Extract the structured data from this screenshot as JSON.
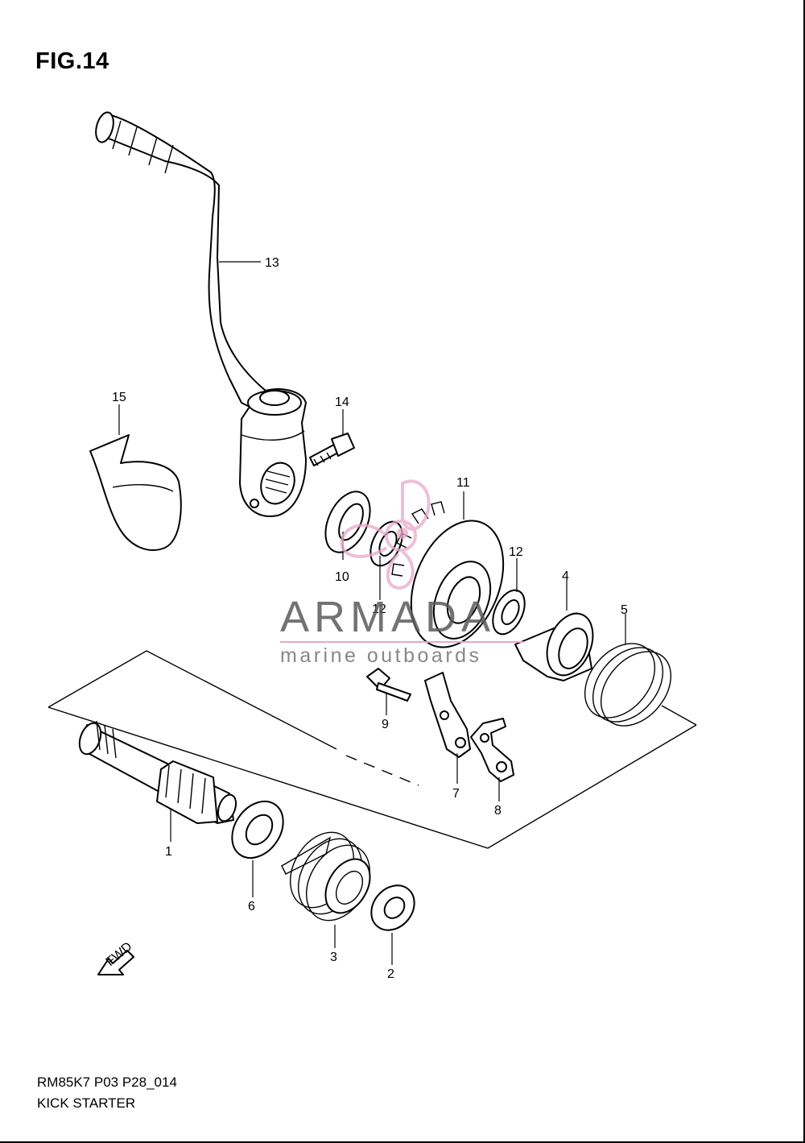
{
  "figure": {
    "title": "FIG.14",
    "code": "RM85K7 P03 P28_014",
    "name": "KICK STARTER"
  },
  "callouts": [
    "1",
    "2",
    "3",
    "4",
    "5",
    "6",
    "7",
    "8",
    "9",
    "10",
    "11",
    "12",
    "12",
    "13",
    "14",
    "15"
  ],
  "fwd_label": "FWD",
  "watermark": {
    "brand": "ARMADA",
    "tagline": "marine outboards",
    "accent_color": "#e7a9c9"
  }
}
